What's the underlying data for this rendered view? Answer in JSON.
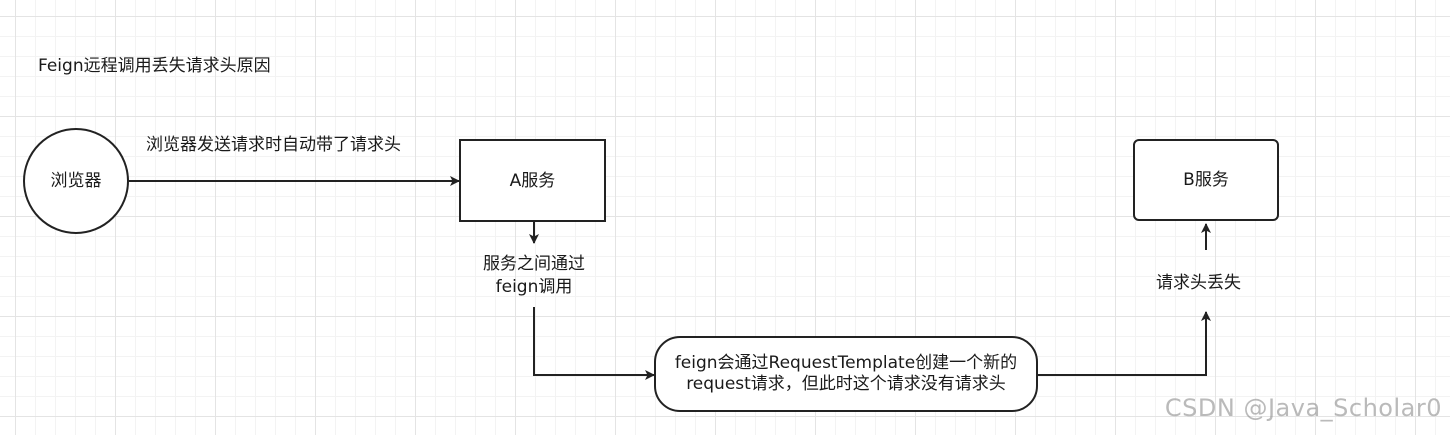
{
  "title": "Feign远程调用丢失请求头原因",
  "nodes": {
    "browser": "浏览器",
    "service_a": "A服务",
    "service_b": "B服务",
    "request_template": "feign会通过RequestTemplate创建一个新的request请求，但此时这个请求没有请求头"
  },
  "edges": {
    "browser_to_a": "浏览器发送请求时自动带了请求头",
    "a_feign_line1": "服务之间通过",
    "a_feign_line2": "feign调用",
    "header_lost": "请求头丢失"
  },
  "watermark": "CSDN @Java_Scholar0",
  "colors": {
    "stroke": "#222222",
    "grid_major": "#e4e4e4",
    "grid_minor": "#f3f3f3"
  }
}
